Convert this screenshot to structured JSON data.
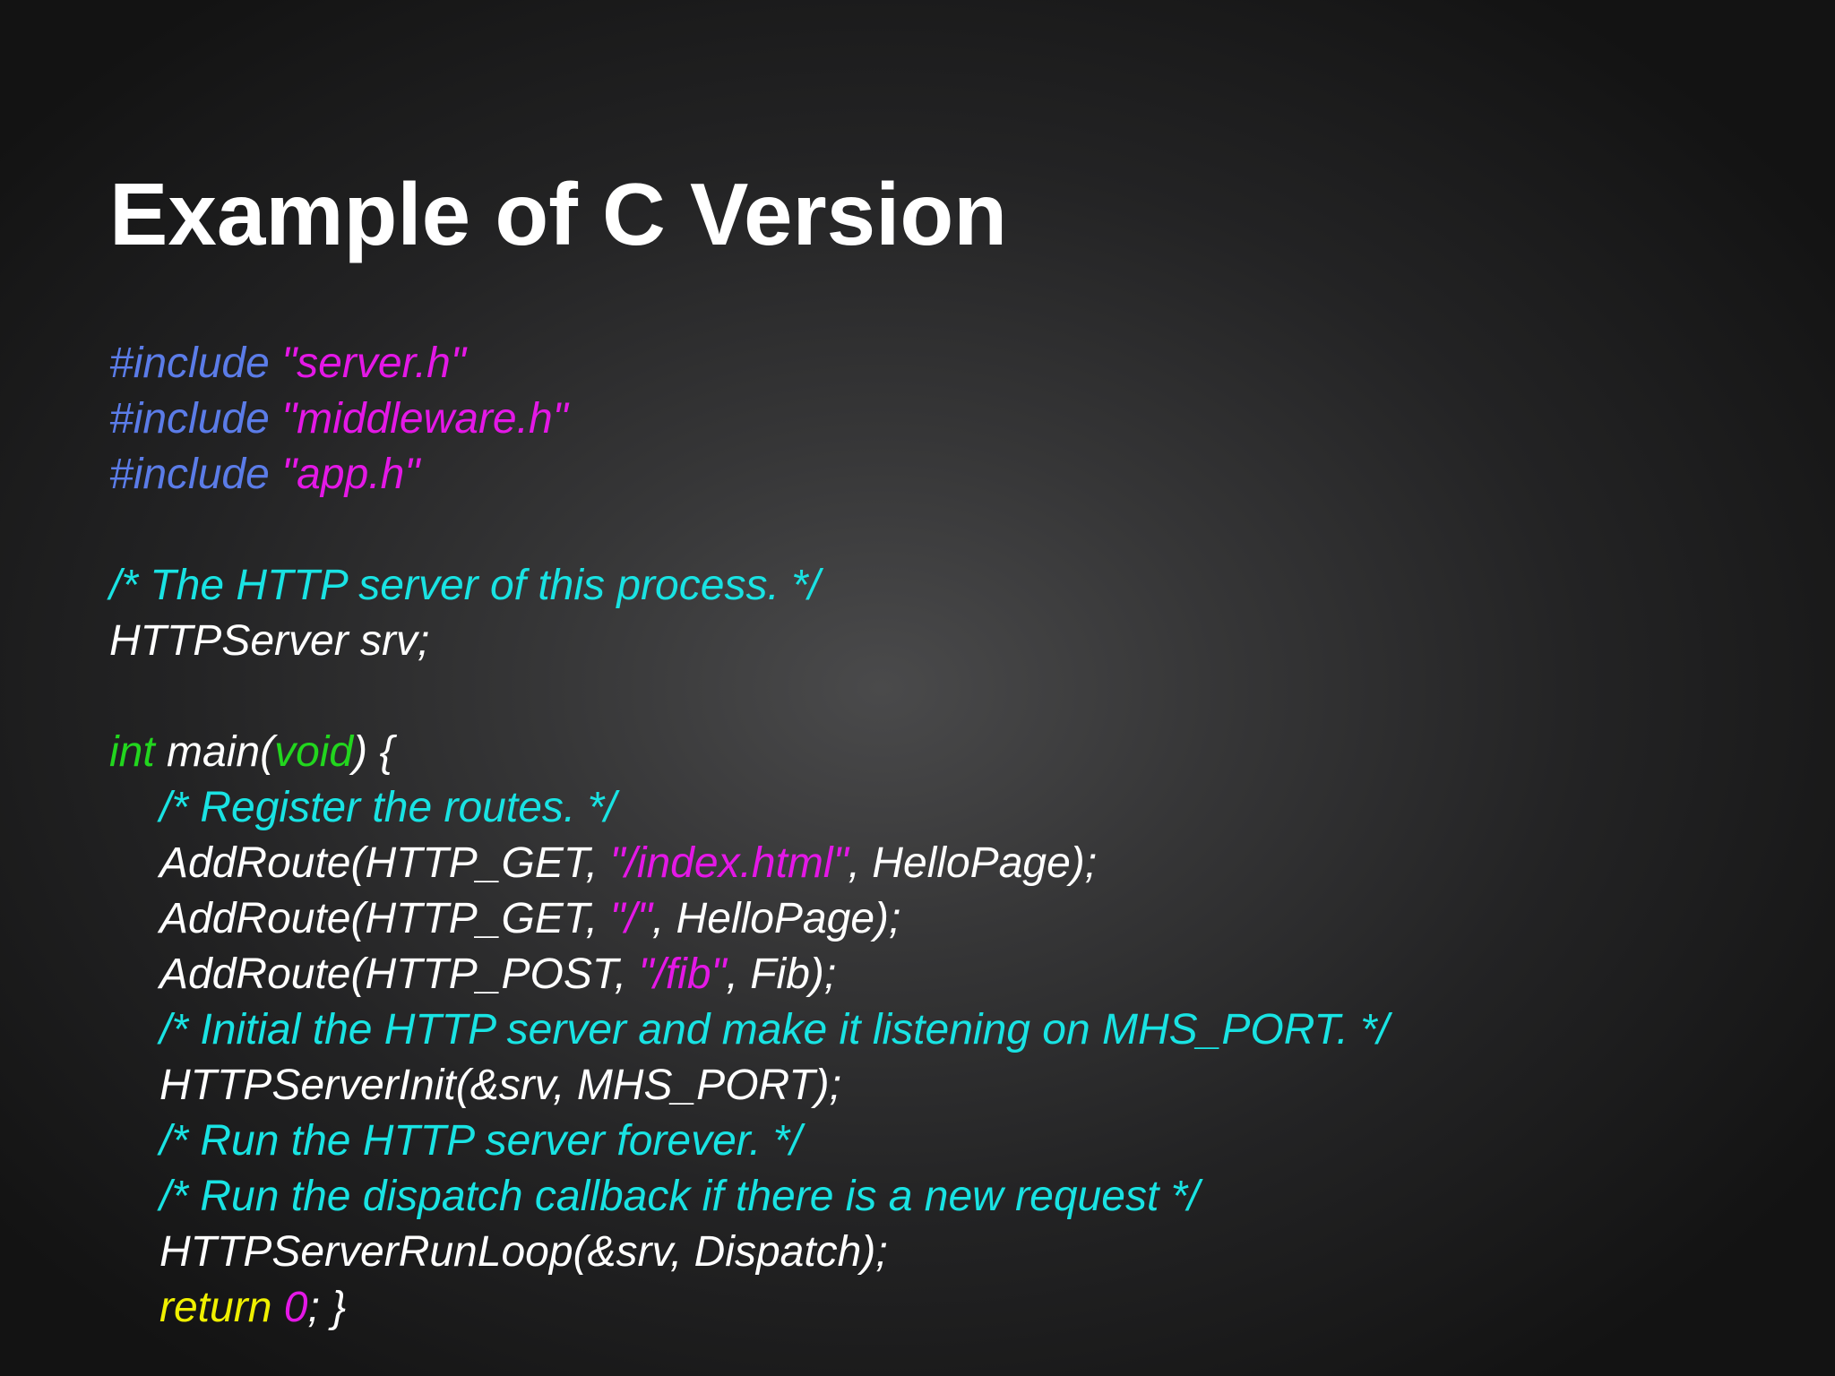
{
  "slide": {
    "title": "Example of C Version"
  },
  "code": {
    "lines": [
      [
        {
          "t": "#include ",
          "c": "pre"
        },
        {
          "t": "\"server.h\"",
          "c": "str"
        }
      ],
      [
        {
          "t": "#include ",
          "c": "pre"
        },
        {
          "t": "\"middleware.h\"",
          "c": "str"
        }
      ],
      [
        {
          "t": "#include ",
          "c": "pre"
        },
        {
          "t": "\"app.h\"",
          "c": "str"
        }
      ],
      [],
      [
        {
          "t": "/* The HTTP server of this process. */",
          "c": "com"
        }
      ],
      [
        {
          "t": "HTTPServer srv;",
          "c": "txt"
        }
      ],
      [],
      [
        {
          "t": "int",
          "c": "kw"
        },
        {
          "t": " main(",
          "c": "txt"
        },
        {
          "t": "void",
          "c": "kw"
        },
        {
          "t": ") {",
          "c": "txt"
        }
      ],
      [
        {
          "t": "/* Register the routes. */",
          "c": "com",
          "indent": true
        }
      ],
      [
        {
          "t": "AddRoute(HTTP_GET, ",
          "c": "txt",
          "indent": true
        },
        {
          "t": "\"/index.html\"",
          "c": "str"
        },
        {
          "t": ", HelloPage);",
          "c": "txt"
        }
      ],
      [
        {
          "t": "AddRoute(HTTP_GET, ",
          "c": "txt",
          "indent": true
        },
        {
          "t": "\"/\"",
          "c": "str"
        },
        {
          "t": ", HelloPage);",
          "c": "txt"
        }
      ],
      [
        {
          "t": "AddRoute(HTTP_POST, ",
          "c": "txt",
          "indent": true
        },
        {
          "t": "\"/fib\"",
          "c": "str"
        },
        {
          "t": ", Fib);",
          "c": "txt"
        }
      ],
      [
        {
          "t": "/* Initial the HTTP server and make it listening on MHS_PORT. */",
          "c": "com",
          "indent": true
        }
      ],
      [
        {
          "t": "HTTPServerInit(&srv, MHS_PORT);",
          "c": "txt",
          "indent": true
        }
      ],
      [
        {
          "t": "/* Run the HTTP server forever. */",
          "c": "com",
          "indent": true
        }
      ],
      [
        {
          "t": "/* Run the dispatch callback if there is a new request */",
          "c": "com",
          "indent": true
        }
      ],
      [
        {
          "t": "HTTPServerRunLoop(&srv, Dispatch);",
          "c": "txt",
          "indent": true
        }
      ],
      [
        {
          "t": "return",
          "c": "ret",
          "indent": true
        },
        {
          "t": " ",
          "c": "txt"
        },
        {
          "t": "0",
          "c": "num"
        },
        {
          "t": "; }",
          "c": "txt"
        }
      ]
    ]
  },
  "colors": {
    "preprocessor": "#5b7ce8",
    "string": "#e418e6",
    "comment": "#19e3e3",
    "keyword": "#22d61e",
    "return_keyword": "#f0f000",
    "plain_text": "#ffffff"
  }
}
